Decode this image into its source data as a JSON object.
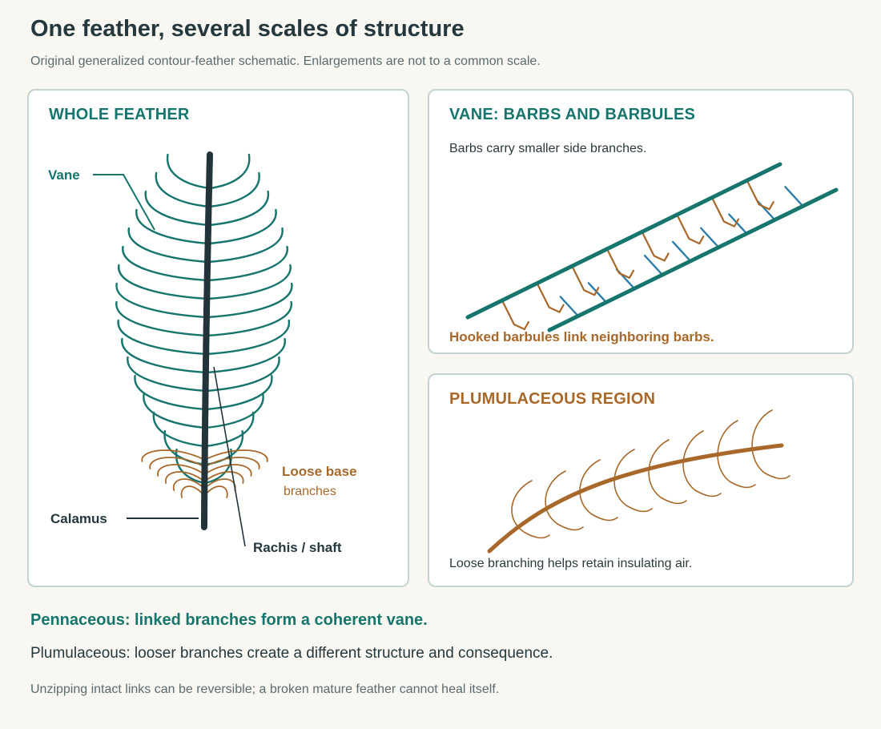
{
  "header": {
    "title": "One feather, several scales of structure",
    "subtitle": "Original generalized contour-feather schematic. Enlargements are not to a common scale."
  },
  "panels": {
    "whole": {
      "heading": "WHOLE FEATHER",
      "labels": {
        "vane": "Vane",
        "loose_base_line1": "Loose base",
        "loose_base_line2": "branches",
        "calamus": "Calamus",
        "rachis": "Rachis / shaft"
      }
    },
    "vane": {
      "heading": "VANE: BARBS AND BARBULES",
      "top_note": "Barbs carry smaller side branches.",
      "bottom_note": "Hooked barbules link neighboring barbs."
    },
    "plum": {
      "heading": "PLUMULACEOUS REGION",
      "note": "Loose branching helps retain insulating air."
    }
  },
  "footer": {
    "line1": "Pennaceous: linked branches form a coherent vane.",
    "line2": "Plumulaceous: looser branches create a different structure and consequence.",
    "line3": "Unzipping intact links can be reversible; a broken mature feather cannot heal itself."
  },
  "colors": {
    "teal": "#16756c",
    "brown": "#a8682a",
    "blue": "#2e7fa8",
    "shaft": "#22343a",
    "background": "#f8f7f2"
  }
}
